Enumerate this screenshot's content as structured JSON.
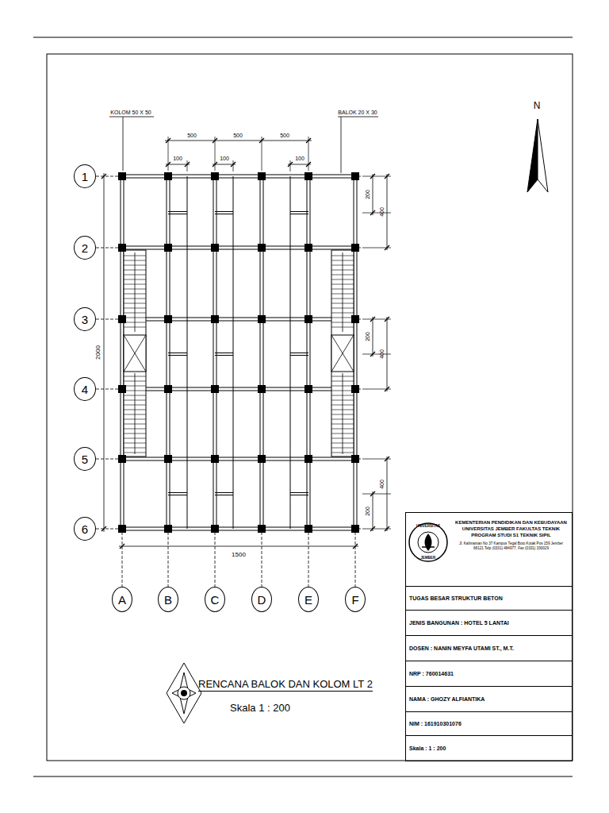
{
  "diagram": {
    "title": "RENCANA BALOK DAN KOLOM LT 2",
    "nodes": [
      {
        "text": [
          "1"
        ]
      },
      {
        "text": [
          "2"
        ]
      },
      {
        "text": [
          "3"
        ]
      },
      {
        "text": [
          "4"
        ]
      },
      {
        "text": [
          "5"
        ]
      },
      {
        "text": [
          "6"
        ]
      },
      {
        "text": [
          "A"
        ]
      },
      {
        "text": [
          "B"
        ]
      },
      {
        "text": [
          "C"
        ]
      },
      {
        "text": [
          "D"
        ]
      },
      {
        "text": [
          "E"
        ]
      },
      {
        "text": [
          "F"
        ]
      },
      {
        "text": [
          "KEMENTERIAN PENDIDIKAN DAN KEBUDAYAAN UNIVERSITAS JEMBER FAKULTAS TEKNIK PROGRAM STUDI S1 TEKNIK SIPIL",
          "Jl. Kalimantan No 37 Kampus Tegal Boto Kotak Pos 159 Jember 68121 Telp (0331) 484977, Fax (0331) 330029"
        ]
      },
      {
        "text": [
          "TUGAS BESAR STRUKTUR BETON"
        ]
      },
      {
        "text": [
          "JENIS BANGUNAN : HOTEL 5 LANTAI"
        ]
      },
      {
        "text": [
          "DOSEN : NANIN MEYFA UTAMI ST., M.T."
        ]
      },
      {
        "text": [
          "NRP : 760014631"
        ]
      },
      {
        "text": [
          "NAMA : GHOZY ALFIANTIKA"
        ]
      },
      {
        "text": [
          "NIM : 161910301076"
        ]
      },
      {
        "text": [
          "Skala : 1 : 200"
        ]
      }
    ],
    "labels": [
      "KOLOM 50 X 50",
      "BALOK 20 X 30",
      "500",
      "500",
      "500",
      "100",
      "100",
      "100",
      "200",
      "400",
      "200",
      "400",
      "400",
      "200",
      "2000",
      "1500",
      "N",
      "Skala 1 : 200",
      "UNIVERSITAS",
      "JEMBER"
    ]
  }
}
